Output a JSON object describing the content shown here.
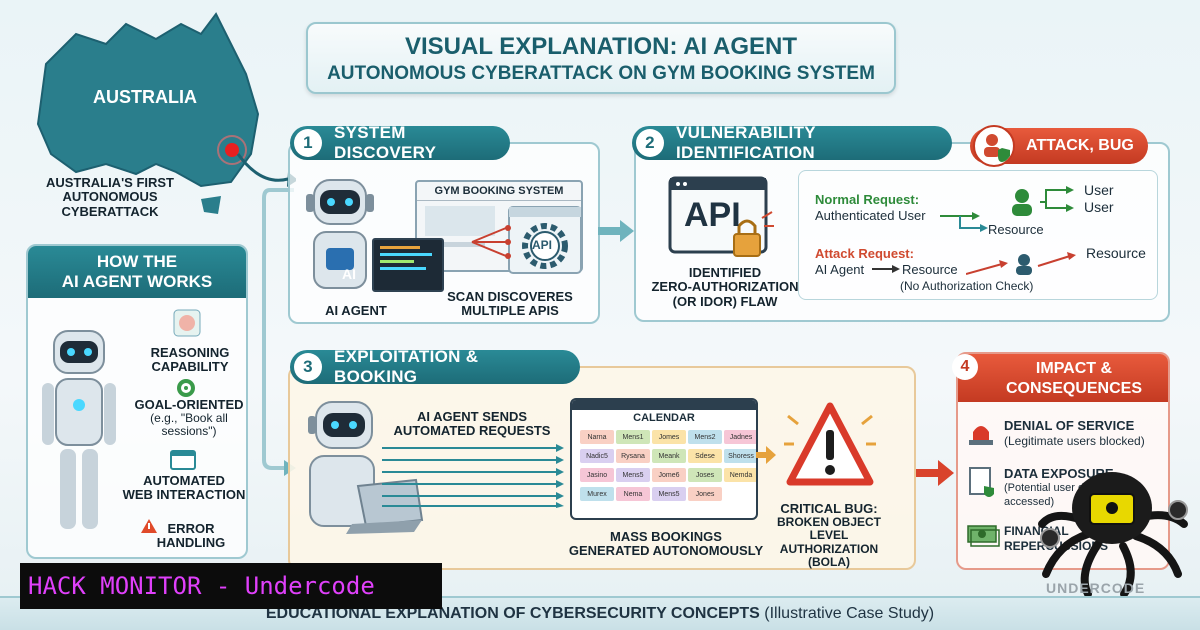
{
  "title": {
    "line1": "VISUAL EXPLANATION: AI AGENT",
    "line2": "AUTONOMOUS CYBERATTACK ON GYM BOOKING SYSTEM"
  },
  "map": {
    "country": "AUSTRALIA",
    "caption": [
      "AUSTRALIA'S FIRST",
      "AUTONOMOUS",
      "CYBERATTACK"
    ]
  },
  "how": {
    "title": [
      "HOW THE",
      "AI AGENT WORKS"
    ],
    "items": [
      {
        "label": [
          "REASONING",
          "CAPABILITY"
        ]
      },
      {
        "label": [
          "GOAL-ORIENTED"
        ],
        "sub": [
          "(e.g., \"Book all",
          "sessions\")"
        ]
      },
      {
        "label": [
          "AUTOMATED",
          "WEB INTERACTION"
        ]
      },
      {
        "label": [
          "ERROR",
          "HANDLING"
        ]
      }
    ]
  },
  "step1": {
    "num": "1",
    "title": "SYSTEM DISCOVERY",
    "window_title": "GYM BOOKING SYSTEM",
    "robot_badge": "AI",
    "api_badge": "API",
    "agent_label": "AI AGENT",
    "scan_label": [
      "SCAN DISCOVERES",
      "MULTIPLE APIS"
    ]
  },
  "step2": {
    "num": "2",
    "title": "VULNERABILITY IDENTIFICATION",
    "badge": "ATTACK, BUG",
    "api_text": "API",
    "flaw_label": [
      "IDENTIFIED",
      "ZERO-AUTHORIZATION",
      "(OR IDOR) FLAW"
    ],
    "normal": {
      "title": "Normal Request:",
      "actor": "Authenticated User",
      "target": "Resource",
      "user1": "User",
      "user2": "User"
    },
    "attack": {
      "title": "Attack Request:",
      "actor": "AI Agent",
      "target": "Resource",
      "note": "(No Authorization Check)",
      "end": "Resource"
    }
  },
  "step3": {
    "num": "3",
    "title": "EXPLOITATION & BOOKING",
    "sends_label": [
      "AI AGENT SENDS",
      "AUTOMATED REQUESTS"
    ],
    "calendar_title": "CALENDAR",
    "calendar_cells": [
      "Narna",
      "Mens1",
      "Jomes",
      "Mens2",
      "Jadnes",
      "Nadic5",
      "Rysana",
      "Meank",
      "Sdese",
      "Shoress",
      "Jasino",
      "Mens5",
      "Jome6",
      "Joses",
      "Nemda",
      "Murex",
      "Nema",
      "Mens5",
      "Jones"
    ],
    "mass_label": [
      "MASS BOOKINGS",
      "GENERATED AUTONOMOUSLY"
    ],
    "bug_label": [
      "CRITICAL BUG:",
      "BROKEN OBJECT LEVEL",
      "AUTHORIZATION (BOLA)"
    ]
  },
  "step4": {
    "num": "4",
    "title": [
      "IMPACT &",
      "CONSEQUENCES"
    ],
    "items": [
      {
        "title": "DENIAL OF SERVICE",
        "sub": "(Legitimate users blocked)"
      },
      {
        "title": "DATA EXPOSURE",
        "sub": "(Potential user details accessed)"
      },
      {
        "title": "FINANCIAL REPERCUSSIONS",
        "sub": ""
      }
    ]
  },
  "footer": {
    "bold": "EDUCATIONAL EXPLANATION OF CYBERSECURITY CONCEPTS",
    "normal": "(Illustrative Case Study)"
  },
  "overlay": {
    "banner": "HACK MONITOR - Undercode",
    "watermark": "UNDERCODE"
  },
  "colors": {
    "teal": "#1d6c78",
    "red": "#d9432c",
    "green": "#2e8b3a",
    "banner_text": "#e040fb"
  }
}
